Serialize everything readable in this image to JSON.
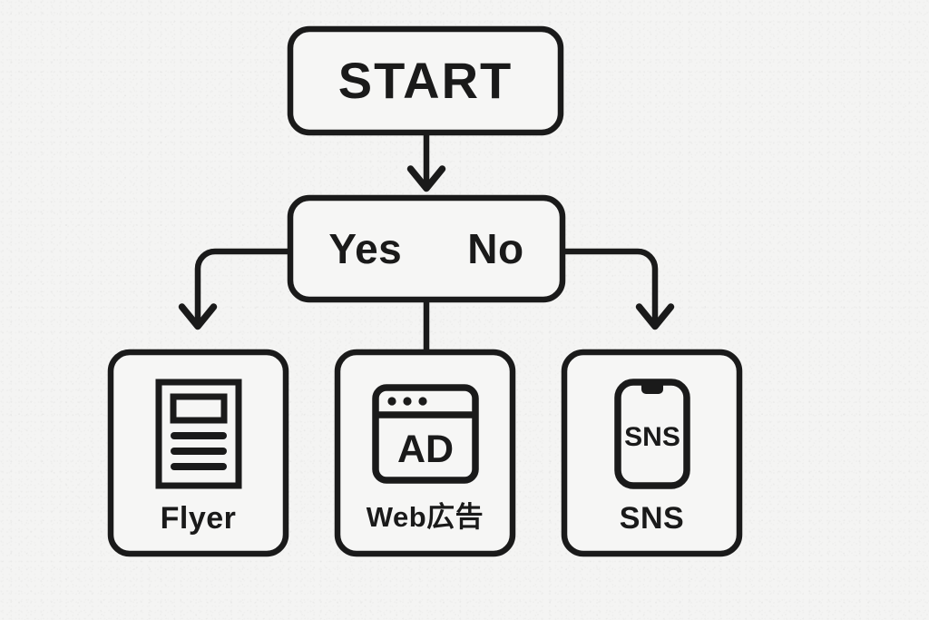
{
  "diagram": {
    "type": "flowchart",
    "background_color": "#f4f4f3",
    "stroke_color": "#1a1a1a",
    "nodes": {
      "start": {
        "label": "START",
        "shape": "rounded-rectangle"
      },
      "decision": {
        "shape": "rounded-rectangle",
        "options": [
          {
            "label": "Yes"
          },
          {
            "label": "No"
          }
        ]
      },
      "outcomes": [
        {
          "id": "flyer",
          "label": "Flyer",
          "icon": "document-icon"
        },
        {
          "id": "webad",
          "label": "Web広告",
          "icon": "browser-ad-icon",
          "icon_text": "AD"
        },
        {
          "id": "sns",
          "label": "SNS",
          "icon": "smartphone-icon",
          "icon_text": "SNS"
        }
      ]
    },
    "connectors": [
      {
        "id": "start-to-decision",
        "from": "start",
        "to": "decision",
        "arrowhead": true,
        "path": "vertical"
      },
      {
        "id": "decision-to-flyer",
        "from": "decision",
        "to": "flyer",
        "arrowhead": true,
        "path": "elbow-left"
      },
      {
        "id": "decision-to-webad",
        "from": "decision",
        "to": "webad",
        "arrowhead": false,
        "path": "vertical"
      },
      {
        "id": "decision-to-sns",
        "from": "decision",
        "to": "sns",
        "arrowhead": true,
        "path": "elbow-right"
      }
    ]
  }
}
